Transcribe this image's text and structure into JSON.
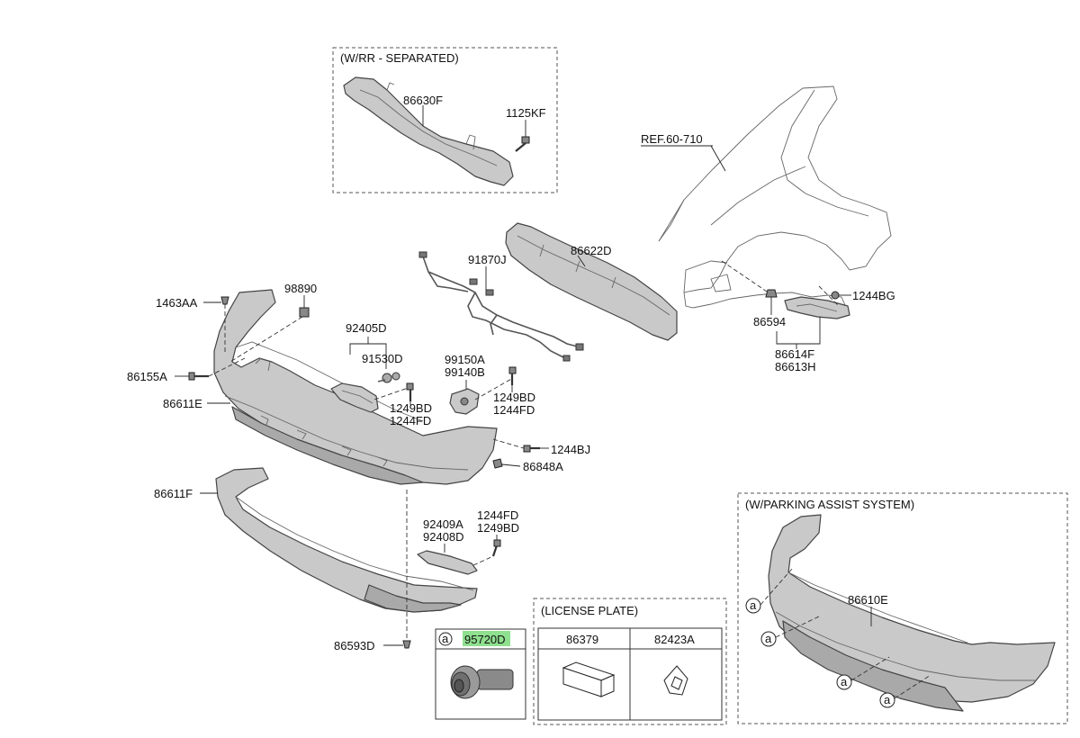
{
  "boxes": {
    "rr_separated": "(W/RR - SEPARATED)",
    "parking_assist": "(W/PARKING ASSIST SYSTEM)",
    "license_plate": "(LICENSE PLATE)"
  },
  "callout_letter": "a",
  "parts": {
    "p86630F": "86630F",
    "p1125KF": "1125KF",
    "ref": "REF.60-710",
    "p86622D": "86622D",
    "p91870J": "91870J",
    "p1244BG": "1244BG",
    "p86594": "86594",
    "p86614F": "86614F",
    "p86613H": "86613H",
    "p1463AA": "1463AA",
    "p98890": "98890",
    "p92405D": "92405D",
    "p91530D": "91530D",
    "p99150A": "99150A",
    "p99140B": "99140B",
    "p86155A": "86155A",
    "p86611E": "86611E",
    "p1249BD_a": "1249BD",
    "p1244FD_a": "1244FD",
    "p1249BD_b": "1249BD",
    "p1244FD_b": "1244FD",
    "p1244BJ": "1244BJ",
    "p86848A": "86848A",
    "p86611F": "86611F",
    "p92409A": "92409A",
    "p92408D": "92408D",
    "p1244FD_c": "1244FD",
    "p1249BD_c": "1249BD",
    "p86593D": "86593D",
    "p95720D": "95720D",
    "p86379": "86379",
    "p82423A": "82423A",
    "p86610E": "86610E"
  },
  "colors": {
    "part_fill": "#c9c9c9",
    "highlight": "#8fe08f"
  }
}
